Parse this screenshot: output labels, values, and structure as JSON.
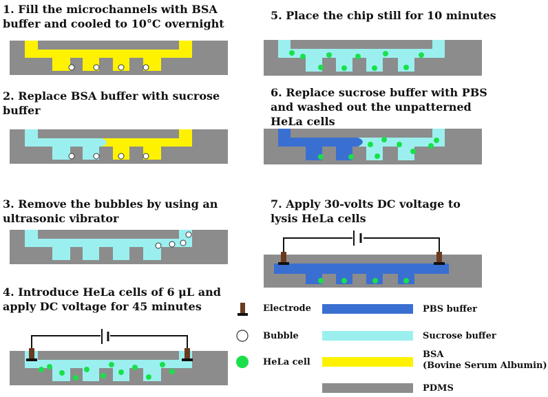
{
  "steps": [
    {
      "label": "1. Fill the microchannels with BSA\nbuffer and cooled to 10°C overnight"
    },
    {
      "label": "2. Replace BSA buffer with sucrose\nbuffer"
    },
    {
      "label": "3. Remove the bubbles by using an\nultrasonic vibrator"
    },
    {
      "label": "4. Introduce HeLa cells of 6 μL and\napply DC voltage for 45 minutes"
    },
    {
      "label": "5. Place the chip still for 10 minutes"
    },
    {
      "label": "6. Replace sucrose buffer with PBS\nand washed out the unpatterned\nHeLa cells"
    },
    {
      "label": "7. Apply 30-volts DC voltage to\nlysis HeLa cells"
    }
  ],
  "legend": {
    "electrode": "Electrode",
    "bubble": "Bubble",
    "hela": "HeLa cell",
    "pbs": "PBS buffer",
    "sucrose": "Sucrose buffer",
    "bsa": "BSA\n(Bovine Serum Albumin)",
    "pdms": "PDMS"
  },
  "colors": {
    "pdms": "#8c8c8c",
    "bsa": "#fff200",
    "sucrose": "#9bf0ef",
    "pbs": "#3a6fd2",
    "hela": "#19e04a",
    "electrode": "#6b3b1f",
    "wire": "#111111"
  }
}
